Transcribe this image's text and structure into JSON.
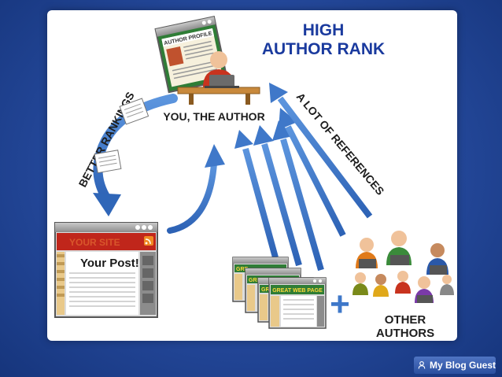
{
  "title": {
    "line1": "HIGH",
    "line2": "AUTHOR RANK"
  },
  "author_profile": {
    "label": "AUTHOR PROFILE"
  },
  "you_label": "YOU, THE AUTHOR",
  "better_rankings": "BETTER RANKINGS",
  "references": "A LOT OF REFERENCES",
  "site": {
    "header": "YOUR SITE",
    "post_title": "Your Post!"
  },
  "web_pages": {
    "label": "GREAT WEB PAGE",
    "partial": [
      "GRE",
      "GRE",
      "GRE"
    ]
  },
  "plus_symbol": "+",
  "other_authors": {
    "line1": "OTHER",
    "line2": "AUTHORS"
  },
  "brand": {
    "name": "My Blog Guest"
  },
  "colors": {
    "title": "#1a3a9e",
    "arrow": "#3f78c9",
    "site_header": "#c0261b",
    "frame": "#1e3f8e",
    "screen_green": "#3b8b3b"
  },
  "icons": [
    "author-at-laptop-icon",
    "document-icon",
    "person-icon",
    "rss-icon",
    "brand-logo-icon"
  ]
}
